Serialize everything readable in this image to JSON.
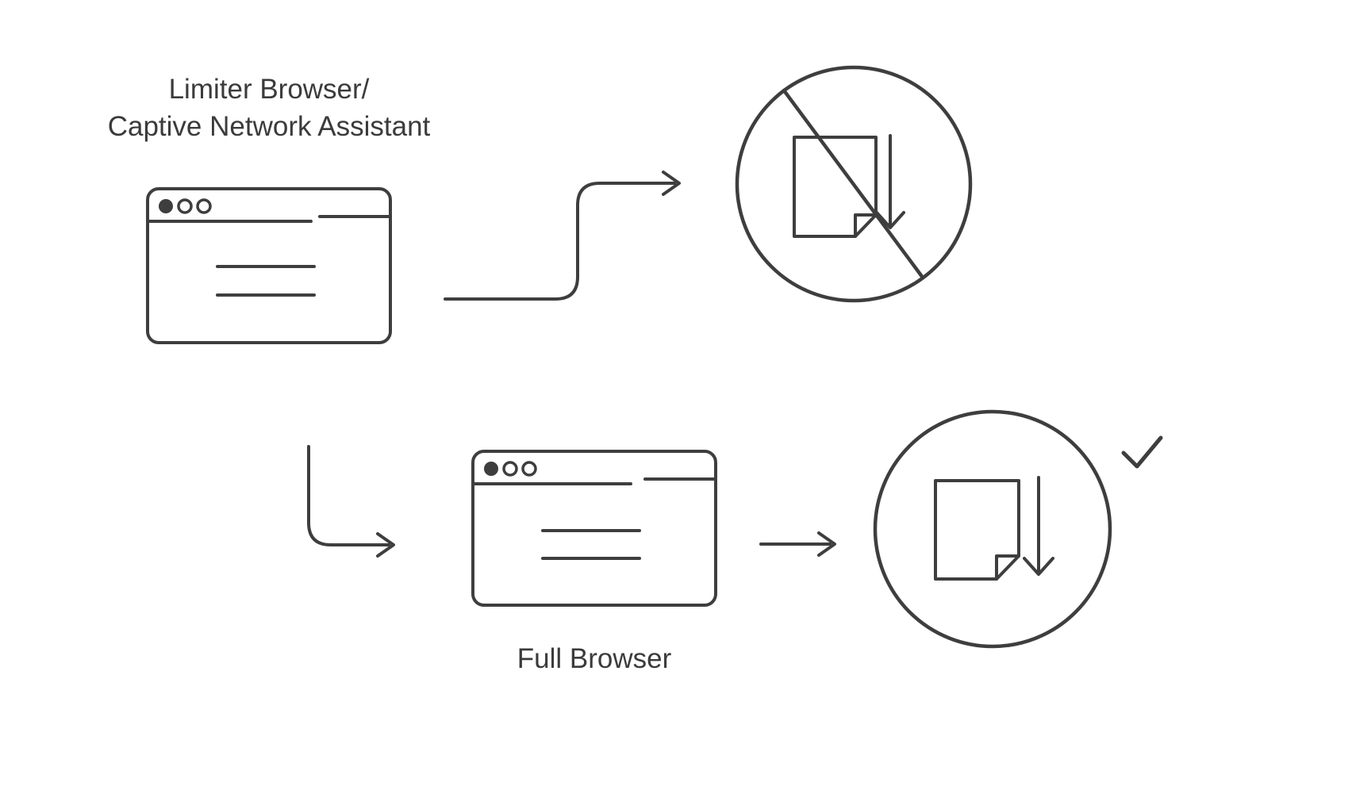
{
  "diagram": {
    "background_color": "#ffffff",
    "line_color": "#3e3e3e",
    "labels": {
      "limiter_line1": "Limiter Browser/",
      "limiter_line2": "Captive Network Assistant",
      "full_browser": "Full Browser"
    },
    "icons": {
      "limiter_browser": "browser-window-icon",
      "full_browser": "browser-window-icon",
      "blocked_result": "document-download-blocked-icon",
      "success_result": "document-download-success-icon",
      "success_badge": "checkmark-icon"
    },
    "flows": [
      {
        "from": "Limiter Browser/Captive Network Assistant",
        "arrow": "s-curve-arrow",
        "to": "document download blocked"
      },
      {
        "from": "Limiter Browser/Captive Network Assistant",
        "arrow": "elbow-arrow",
        "to": "Full Browser"
      },
      {
        "from": "Full Browser",
        "arrow": "straight-arrow",
        "to": "document download success"
      }
    ]
  }
}
